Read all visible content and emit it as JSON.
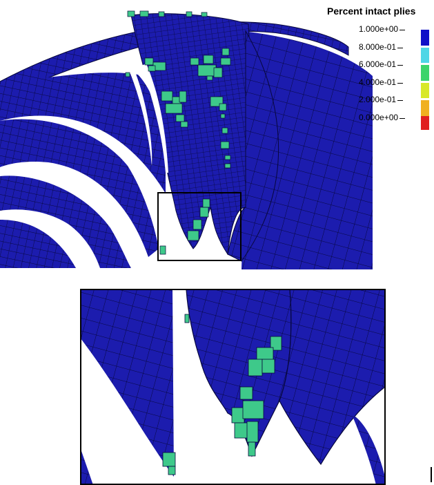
{
  "legend": {
    "title": "Percent intact plies",
    "labels": [
      "1.000e+00",
      "8.000e-01",
      "6.000e-01",
      "4.000e-01",
      "2.000e-01",
      "0.000e+00"
    ],
    "colors": [
      "#1010c8",
      "#4fd6e6",
      "#3cd46a",
      "#d8e82a",
      "#f0b020",
      "#e02020"
    ]
  },
  "colors": {
    "intact_blue": "#1a1aa8",
    "damaged_green": "#3ec98a",
    "mesh_line": "#0a0a40"
  }
}
